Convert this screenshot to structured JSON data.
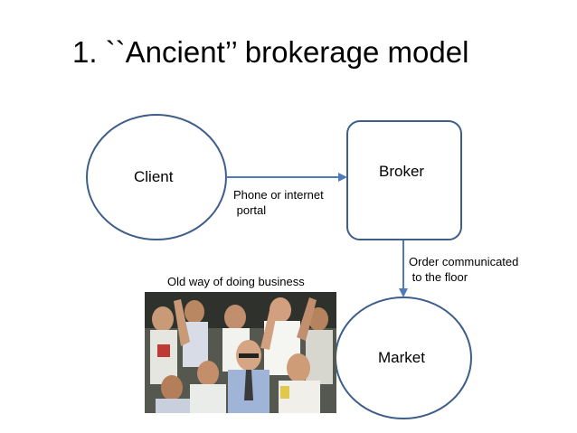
{
  "slide": {
    "title": "1. ``Ancient’’ brokerage model"
  },
  "nodes": {
    "client": {
      "label": "Client",
      "shape": "ellipse"
    },
    "broker": {
      "label": "Broker",
      "shape": "rounded-rect"
    },
    "market": {
      "label": "Market",
      "shape": "ellipse"
    }
  },
  "edges": {
    "client_to_broker": {
      "label": "Phone or internet\n portal"
    },
    "broker_to_market": {
      "label": "Order communicated\n to the floor"
    }
  },
  "photo": {
    "caption": "Old way of doing business",
    "subject": "trading-floor-crowd"
  },
  "colors": {
    "outline": "#3e5e89",
    "arrow": "#4f7bbd"
  }
}
